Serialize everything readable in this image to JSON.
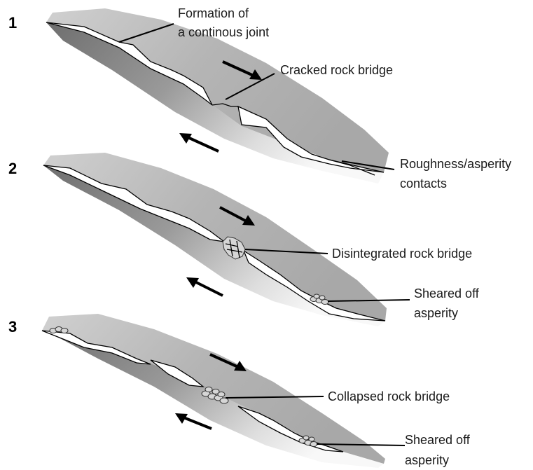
{
  "panels": [
    {
      "number": "1",
      "labels": {
        "formation_line1": "Formation of",
        "formation_line2": "a continous joint",
        "cracked": "Cracked rock bridge",
        "roughness_line1": "Roughness/asperity",
        "roughness_line2": "contacts"
      }
    },
    {
      "number": "2",
      "labels": {
        "disintegrated": "Disintegrated rock bridge",
        "sheared_line1": "Sheared off",
        "sheared_line2": "asperity"
      }
    },
    {
      "number": "3",
      "labels": {
        "collapsed": "Collapsed rock bridge",
        "sheared_line1": "Sheared off",
        "sheared_line2": "asperity"
      }
    }
  ],
  "colors": {
    "upper_block": "#b5b5b5",
    "lower_block_dark": "#707070",
    "lower_block_light": "#f2f2f2",
    "joint_opening": "#ffffff",
    "arrows": "#000000"
  }
}
